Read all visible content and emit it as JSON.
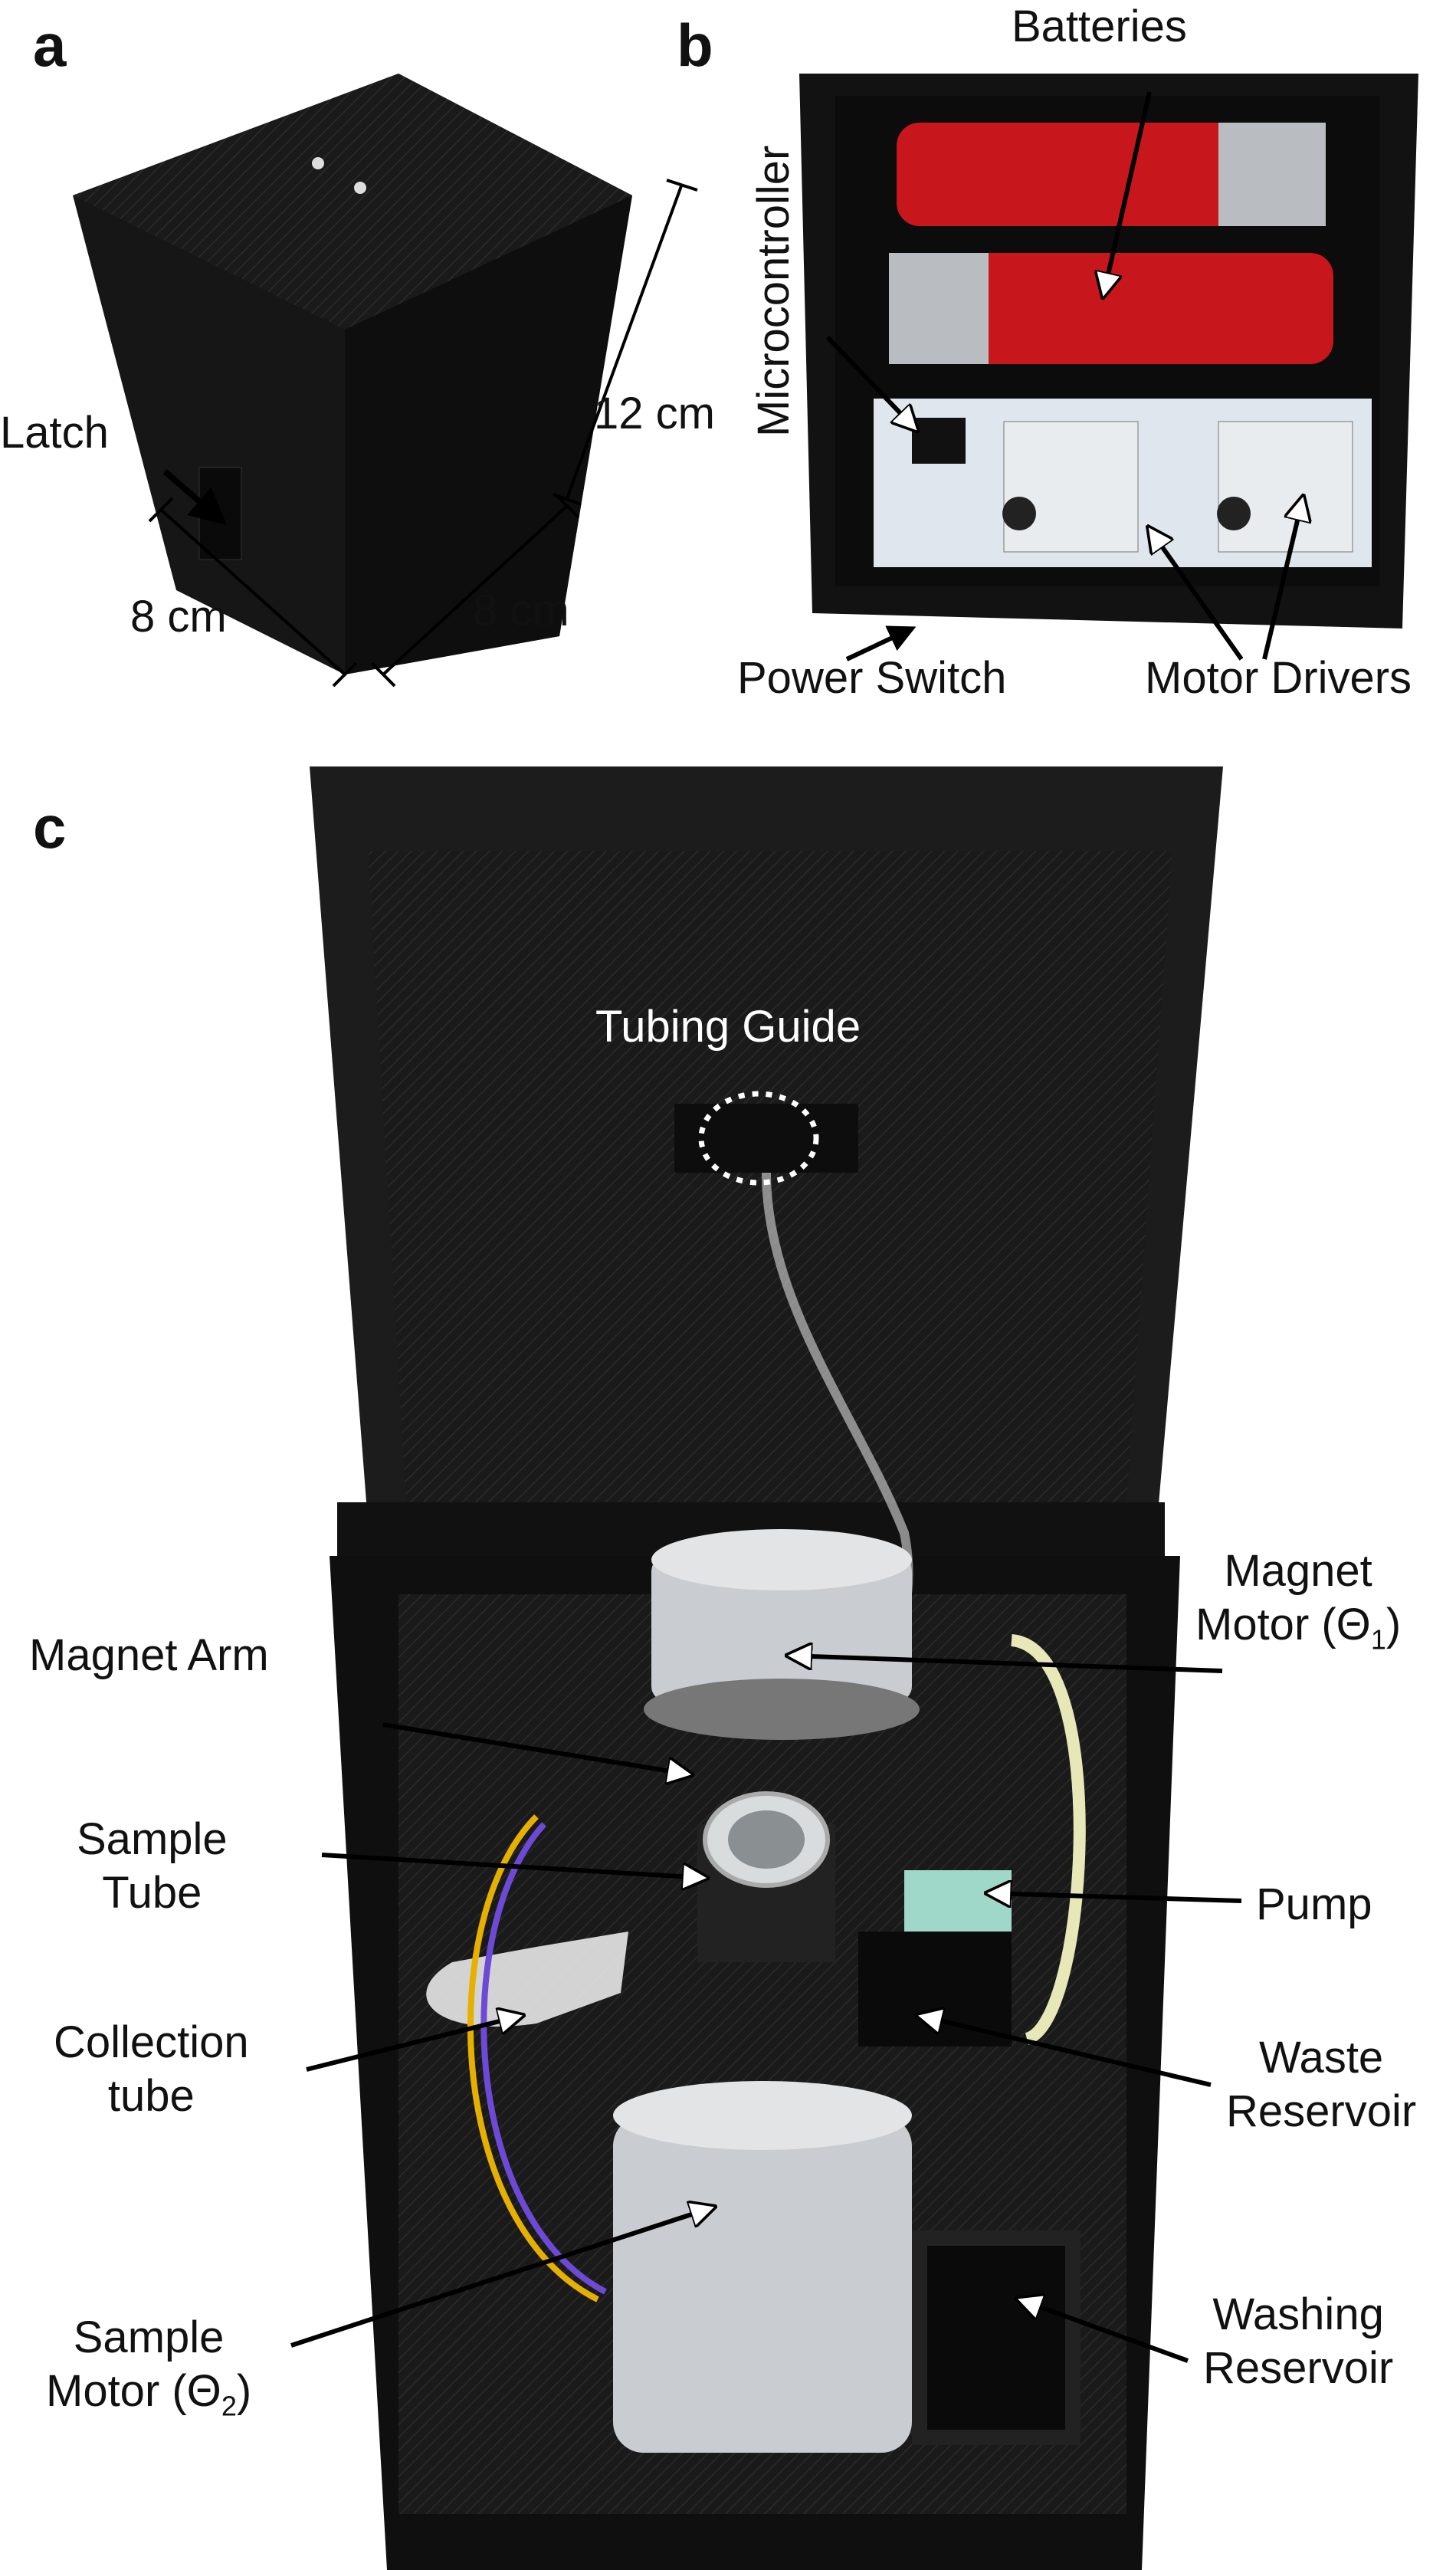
{
  "panels": {
    "a": {
      "letter": "a",
      "labels": {
        "latch": "Latch",
        "height": "12 cm",
        "width_left": "8 cm",
        "width_right": "8 cm"
      }
    },
    "b": {
      "letter": "b",
      "labels": {
        "batteries": "Batteries",
        "microcontroller": "Microcontroller",
        "power_switch": "Power Switch",
        "motor_drivers": "Motor Drivers"
      }
    },
    "c": {
      "letter": "c",
      "labels": {
        "tubing_guide": "Tubing Guide",
        "magnet_motor_l1": "Magnet",
        "magnet_motor_l2": "Motor (Θ",
        "magnet_motor_sub": "1",
        "magnet_arm": "Magnet Arm",
        "sample_tube_l1": "Sample",
        "sample_tube_l2": "Tube",
        "pump": "Pump",
        "collection_tube_l1": "Collection",
        "collection_tube_l2": "tube",
        "waste_reservoir_l1": "Waste",
        "waste_reservoir_l2": "Reservoir",
        "washing_reservoir_l1": "Washing",
        "washing_reservoir_l2": "Reservoir",
        "sample_motor_l1": "Sample",
        "sample_motor_l2": "Motor (Θ",
        "sample_motor_sub": "2"
      }
    }
  },
  "colors": {
    "device": "#151515",
    "battery": "#c8161d",
    "board": "#dfe6ee",
    "motor": "#c9ccd0"
  }
}
